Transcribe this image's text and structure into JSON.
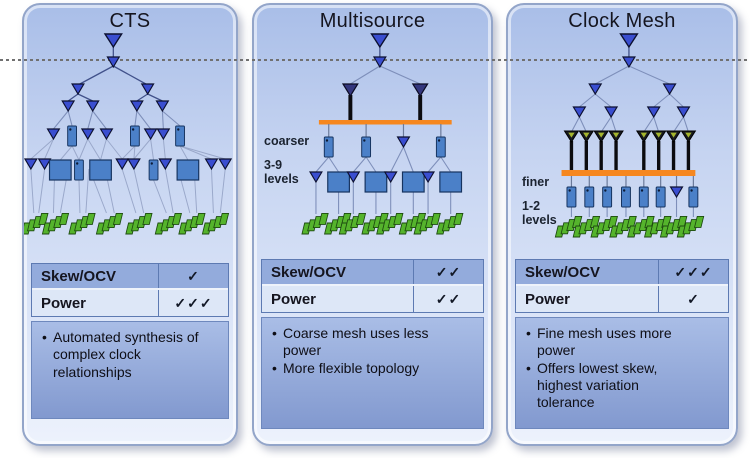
{
  "page": {
    "background": "#ffffff"
  },
  "divider": {
    "style": "dashed-line",
    "color": "#707070"
  },
  "colors": {
    "panel-top": "#a9bee8",
    "panel-bottom": "#edf2fc",
    "panel-border": "#93a5c9",
    "tri-fill": "#3a4ed0",
    "tri-stroke": "#0c1030",
    "gate-fill": "#4b80c8",
    "gate-stroke": "#16335f",
    "drv-fill": "#34377e",
    "mesh-orange": "#f6871f",
    "ff-green": "#55b42c",
    "ff-stroke": "#1d4a10",
    "table-row1": "#93abdc",
    "table-row2": "#dde7f7",
    "table-border": "#5d7ab2",
    "notes-top": "#a9bde6",
    "notes-bottom": "#8299cf",
    "ink": "#15151f"
  },
  "icons": {
    "buffer": "inverted-blue-triangle",
    "clock_gate": "vertical-blue-rect-with-pin",
    "sink_buffer": "large-blue-square",
    "mesh_driver": "black-triangle-green-core",
    "mesh_bar": "orange-horizontal-bar",
    "flip_flops": "green-card-stack"
  },
  "panels": [
    {
      "id": "cts",
      "title": "CTS",
      "tree_labels": [],
      "table": {
        "rows": [
          {
            "label": "Skew/OCV",
            "rating": "✓"
          },
          {
            "label": "Power",
            "rating": "✓✓✓"
          }
        ]
      },
      "bullets": [
        "Automated synthesis of complex clock relationships"
      ]
    },
    {
      "id": "multisource",
      "title": "Multisource",
      "tree_labels": [
        {
          "text": "coarser"
        },
        {
          "text": "3-9 levels"
        }
      ],
      "table": {
        "rows": [
          {
            "label": "Skew/OCV",
            "rating": "✓✓"
          },
          {
            "label": "Power",
            "rating": "✓✓"
          }
        ]
      },
      "bullets": [
        "Coarse mesh uses less power",
        "More flexible topology"
      ]
    },
    {
      "id": "clock_mesh",
      "title": "Clock Mesh",
      "tree_labels": [
        {
          "text": "finer"
        },
        {
          "text": "1-2 levels"
        }
      ],
      "table": {
        "rows": [
          {
            "label": "Skew/OCV",
            "rating": "✓✓✓"
          },
          {
            "label": "Power",
            "rating": "✓"
          }
        ]
      },
      "bullets": [
        "Fine mesh uses more power",
        "Offers lowest skew, highest variation tolerance"
      ]
    }
  ]
}
